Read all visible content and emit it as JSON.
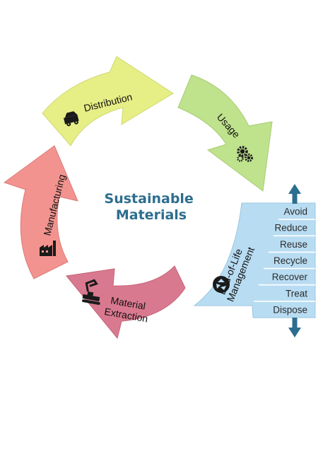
{
  "center": {
    "line1": "Sustainable",
    "line2": "Materials"
  },
  "stages": {
    "distribution": {
      "label": "Distribution",
      "color": "#e6ee86",
      "icon": "truck-icon"
    },
    "usage": {
      "label": "Usage",
      "color": "#bfe28c",
      "icon": "gears-icon"
    },
    "end_of_life": {
      "line1": "End-of-Life",
      "line2": "Management",
      "color": "#b8dcf2",
      "icon": "recycle-icon"
    },
    "material_extraction": {
      "line1": "Material",
      "line2": "Extraction",
      "color": "#d9798f",
      "icon": "excavator-icon"
    },
    "manufacturing": {
      "label": "Manufacturing",
      "color": "#f2938f",
      "icon": "factory-icon"
    }
  },
  "hierarchy": {
    "steps": [
      "Avoid",
      "Reduce",
      "Reuse",
      "Recycle",
      "Recover",
      "Treat",
      "Dispose"
    ],
    "arrow_color": "#2b6e90"
  }
}
